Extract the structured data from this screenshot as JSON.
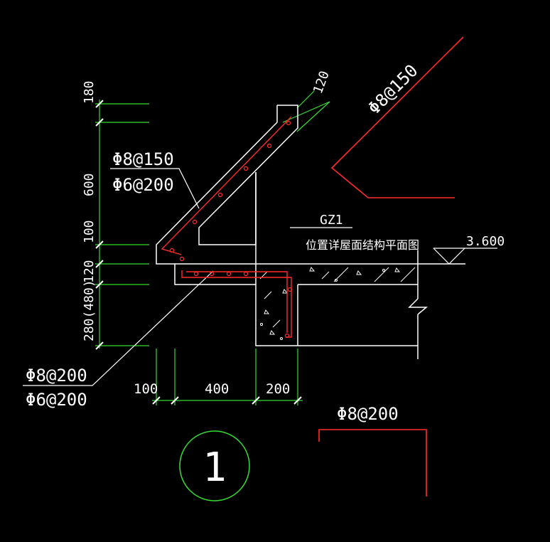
{
  "dimensions": {
    "vertical": [
      "180",
      "600",
      "100",
      "120",
      "280(480)"
    ],
    "horizontal": [
      "100",
      "400",
      "200"
    ],
    "slope_thickness": "120"
  },
  "labels": {
    "rebar_top_main": "Φ8@150",
    "rebar_top_dist": "Φ6@200",
    "rebar_bottom_main": "Φ8@200",
    "rebar_bottom_dist": "Φ6@200",
    "column_tag": "GZ1",
    "column_note": "位置详屋面结构平面图",
    "elevation": "3.600",
    "detail_number": "1"
  },
  "bar_shapes": {
    "slope_bar": "Φ8@150",
    "l_bar": "Φ8@200"
  },
  "colors": {
    "background": "#000000",
    "outline": "#ffffff",
    "rebar": "#ff2a2a",
    "dimension": "#33dd33"
  }
}
